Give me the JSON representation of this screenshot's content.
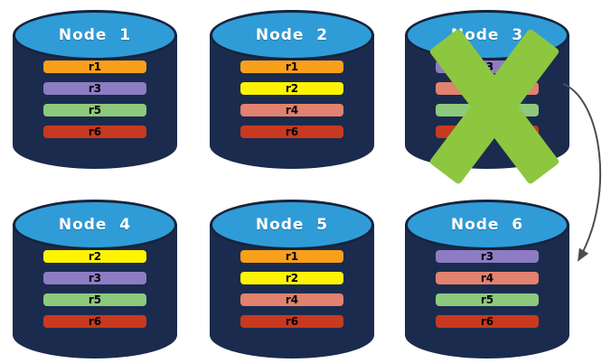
{
  "nodes": [
    {
      "title": "Node  1",
      "replicas": [
        "r1",
        "r3",
        "r5",
        "r6"
      ],
      "failed": false
    },
    {
      "title": "Node  2",
      "replicas": [
        "r1",
        "r2",
        "r4",
        "r6"
      ],
      "failed": false
    },
    {
      "title": "Node  3",
      "replicas": [
        "r3",
        "r4",
        "r5",
        "r6"
      ],
      "failed": true
    },
    {
      "title": "Node  4",
      "replicas": [
        "r2",
        "r3",
        "r5",
        "r6"
      ],
      "failed": false
    },
    {
      "title": "Node  5",
      "replicas": [
        "r1",
        "r2",
        "r4",
        "r6"
      ],
      "failed": false
    },
    {
      "title": "Node  6",
      "replicas": [
        "r3",
        "r4",
        "r5",
        "r6"
      ],
      "failed": false
    }
  ],
  "palette": {
    "r1": "#F9A01B",
    "r2": "#FDF303",
    "r3": "#8D7CC3",
    "r4": "#E0826F",
    "r5": "#8DC97D",
    "r6": "#C8391F"
  },
  "colors": {
    "background": "#FFFFFF",
    "cylinder_body": "#1B2B4D",
    "cylinder_top": "#2F9CD8",
    "cylinder_top_border": "#16233C",
    "title_text": "#FFFFFF",
    "replica_text": "#000000",
    "failed_x": "#8DC63F",
    "arrow": "#4D4D4D"
  },
  "failure": {
    "failed_node": "Node 3"
  },
  "arrow": {
    "from": "Node 3",
    "to": "Node 6"
  }
}
